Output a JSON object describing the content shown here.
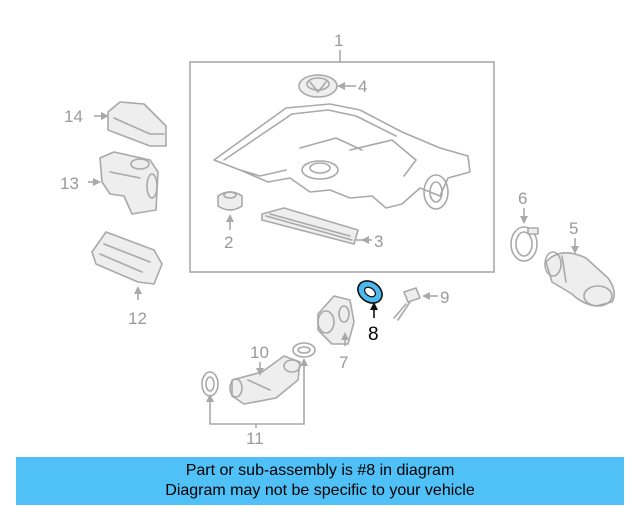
{
  "callouts": {
    "c1": "1",
    "c2": "2",
    "c3": "3",
    "c4": "4",
    "c5": "5",
    "c6": "6",
    "c7": "7",
    "c8": "8",
    "c9": "9",
    "c10": "10",
    "c11": "11",
    "c12": "12",
    "c13": "13",
    "c14": "14"
  },
  "highlighted_part": "8",
  "banner": {
    "line1": "Part or sub-assembly is #8 in diagram",
    "line2": "Diagram may not be specific to your vehicle"
  },
  "colors": {
    "banner_background": "#4fc1f7",
    "highlight_fill": "#4cb8ee",
    "line_art": "#a9a9a9"
  }
}
